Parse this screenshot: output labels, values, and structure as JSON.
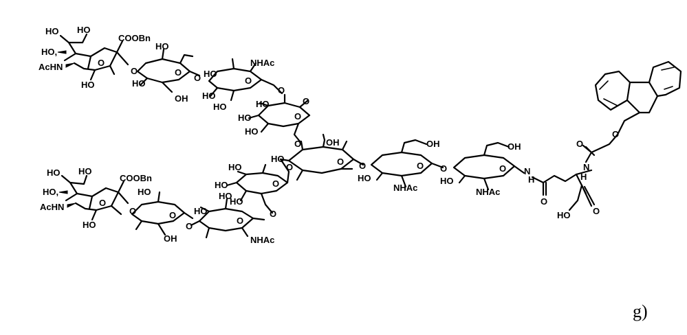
{
  "caption": "g)",
  "labels": {
    "ho_1": "HO",
    "ho_2": "HO",
    "ho_3": "HO,",
    "achn_1": "AcHN",
    "ho_4": "HO",
    "cooBn_1": "COOBn",
    "o_1": "O",
    "o_2": "O",
    "ho_5": "HO",
    "oh_1": "OH",
    "ho_6": "HO",
    "o_3": "O",
    "o_4": "O",
    "ho_7": "HO",
    "nhac_1": "NHAc",
    "ho_8": "HO",
    "ho_9": "HO",
    "o_5": "O",
    "o_6": "O",
    "ho_10": "HO",
    "ho_11": "HO",
    "ho_12": "HO",
    "o_7": "O",
    "o_8": "O",
    "o_9": "O",
    "oh_2": "OH",
    "ho_13": "HO",
    "o_10": "O",
    "o_11": "O",
    "oh_3": "OH",
    "o_12": "O",
    "ho_14": "HO",
    "nhac_2": "NHAc",
    "o_13": "O",
    "oh_4": "OH",
    "o_14": "O",
    "ho_15": "HO",
    "nhac_3": "NHAc",
    "nh_1": "N",
    "h_1": "H",
    "o_15": "O",
    "o_16": "O",
    "nh_2": "N",
    "h_2": "H",
    "o_17": "O",
    "o_18": "O",
    "ho_16": "HO",
    "ho_17": "HO",
    "ho_18": "HO",
    "ho_19": "HO,",
    "achn_2": "AcHN",
    "ho_20": "HO",
    "cooBn_2": "COOBn",
    "o_19": "O",
    "o_20": "O",
    "ho_21": "HO",
    "oh_5": "OH",
    "o_21": "O",
    "o_22": "O",
    "ho_22": "HO",
    "ho_23": "HO",
    "nhac_4": "NHAc",
    "o_23": "O",
    "o_24": "O",
    "ho_24": "HO",
    "ho_25": "HO",
    "ho_26": "HO",
    "o_25": "O",
    "o_26": "O"
  }
}
